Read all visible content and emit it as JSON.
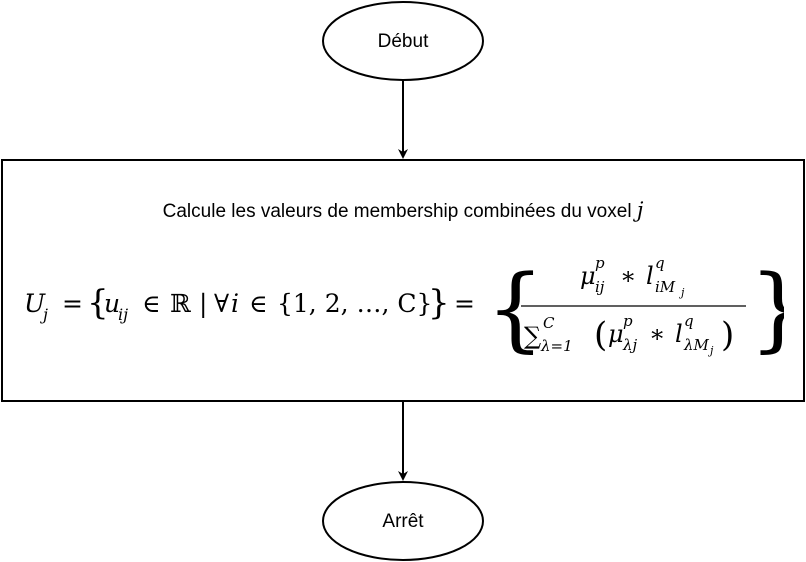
{
  "diagram": {
    "start_label": "Début",
    "stop_label": "Arrêt",
    "process": {
      "description": "Calcule les valeurs de membership combinées du voxel",
      "description_variable": "j"
    }
  },
  "formula": {
    "lhs": "U",
    "lhs_sub": "j",
    "equals": "=",
    "set_element": "u",
    "set_element_sub": "ij",
    "in_symbol": "∈",
    "real_set": "ℝ",
    "bar": "|",
    "forall": "∀",
    "index": "i",
    "index_set": "{1, 2, …, C}",
    "numerator": {
      "mu": "μ",
      "mu_sup": "p",
      "mu_sub": "ij",
      "times": "∗",
      "l": "l",
      "l_sup": "q",
      "l_sub": "iM",
      "l_subsub": "j"
    },
    "denominator": {
      "sum": "∑",
      "sum_upper": "C",
      "sum_lower": "λ=1",
      "mu_sub": "λj",
      "l_sub": "λM",
      "l_subsub": "j"
    }
  },
  "colors": {
    "stroke": "#000000",
    "background": "#ffffff",
    "text": "#000000"
  }
}
